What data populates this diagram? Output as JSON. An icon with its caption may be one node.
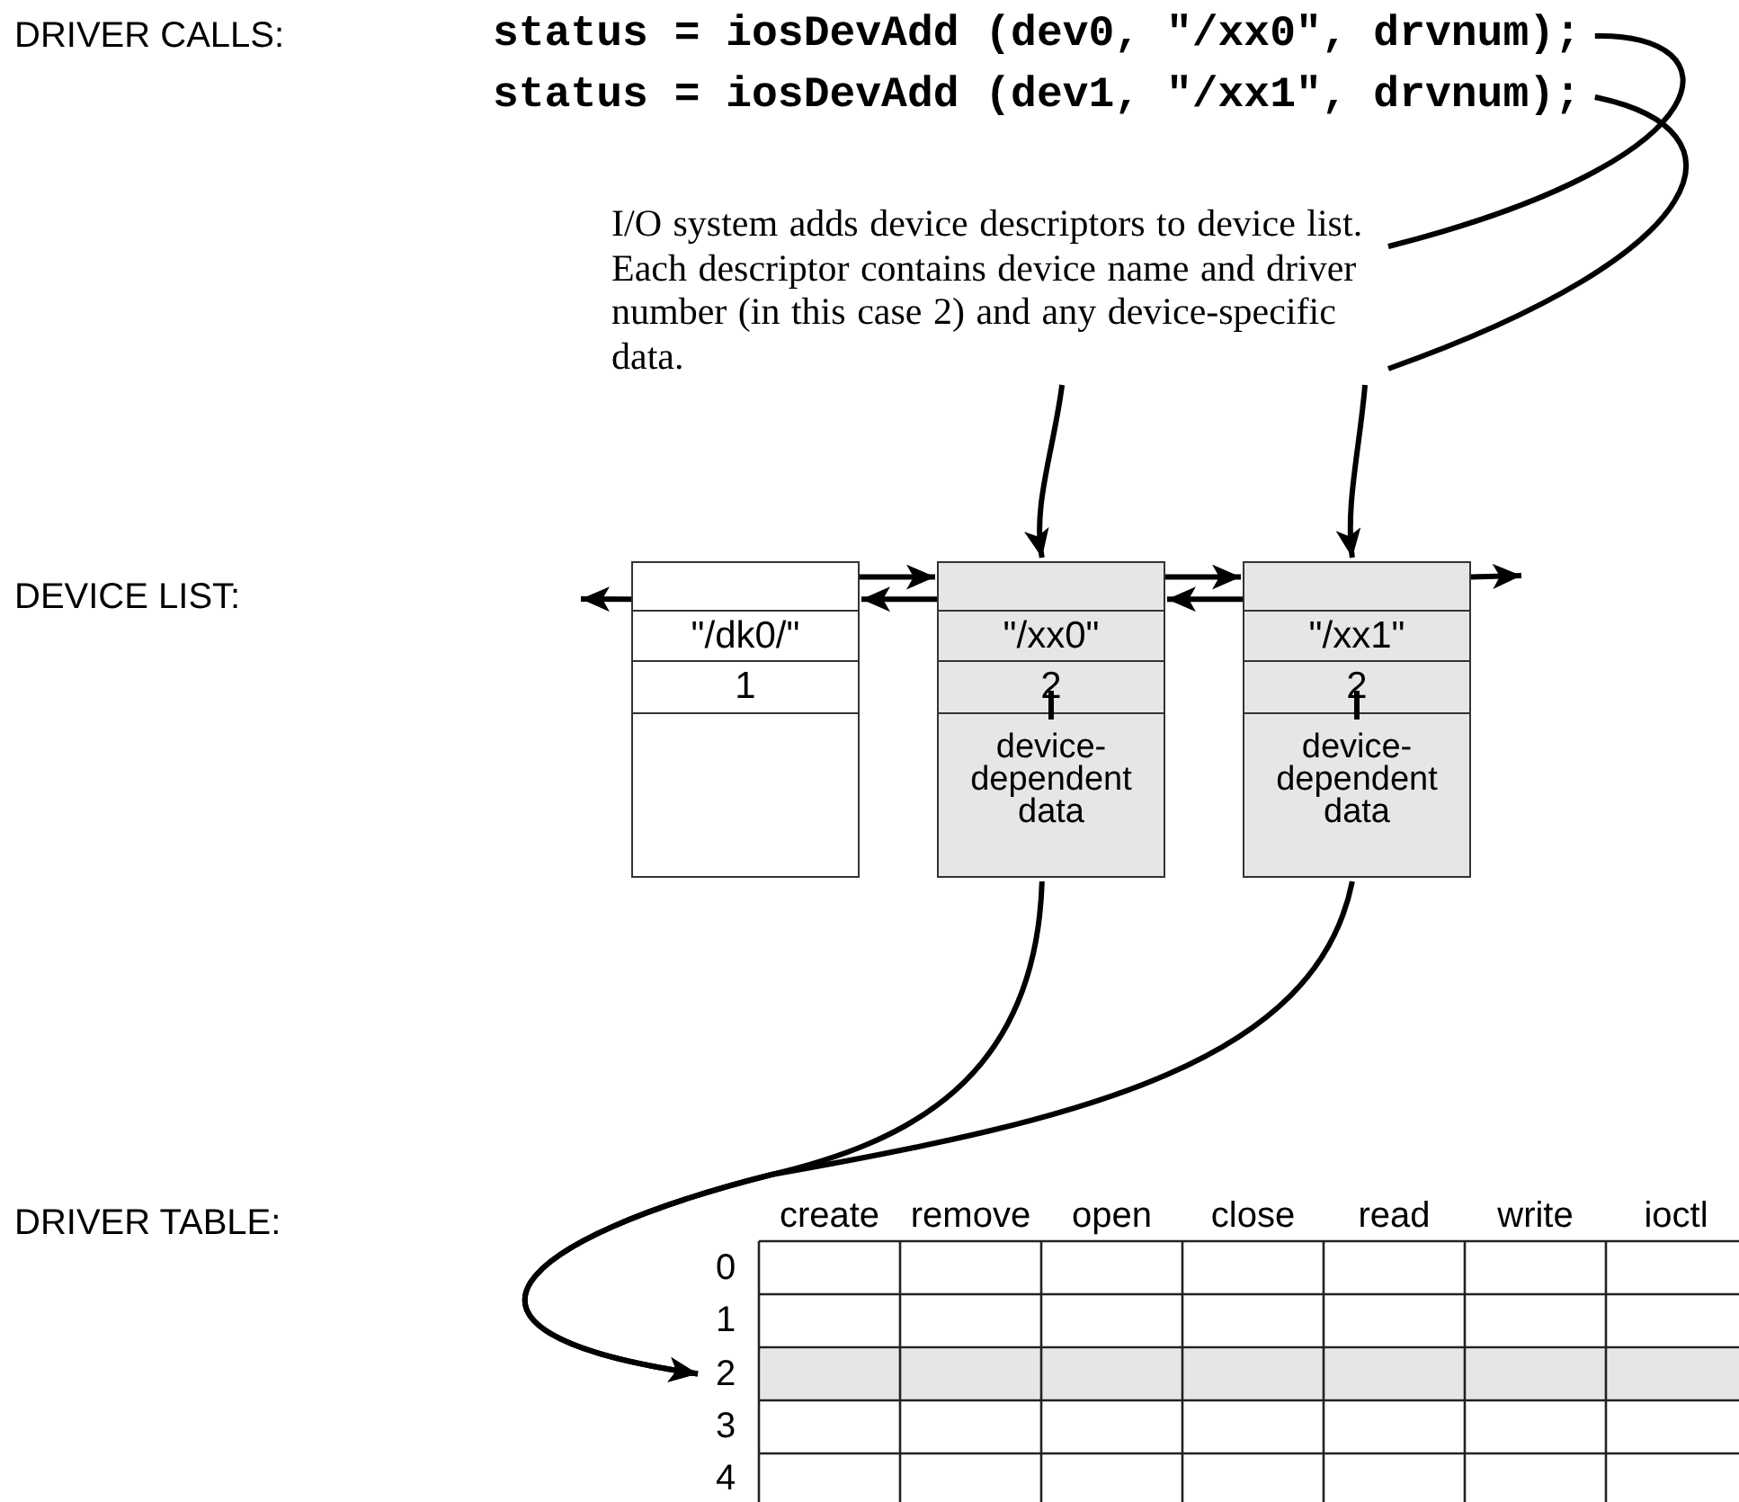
{
  "diagram": {
    "nodes": [
      {
        "text": [
          "status = iosDevAdd (dev0, \"/xx0\", drvnum);"
        ]
      },
      {
        "text": [
          "status = iosDevAdd (dev1, \"/xx1\", drvnum);"
        ]
      },
      {
        "text": [
          "I/O system adds device descriptors to device list. Each descriptor contains device name and driver number (in this case 2) and any device-specific data."
        ]
      },
      {
        "text": [
          "\"/dk0/\"",
          "1"
        ]
      },
      {
        "text": [
          "\"/xx0\"",
          "2",
          "device-dependent data"
        ]
      },
      {
        "text": [
          "\"/xx1\"",
          "2",
          "device-dependent data"
        ]
      },
      {
        "text": [
          "2"
        ]
      }
    ],
    "edges": [
      {
        "from": 0,
        "to": 2,
        "arrow": "none"
      },
      {
        "from": 1,
        "to": 2,
        "arrow": "none"
      },
      {
        "from": 2,
        "to": 4,
        "arrow": "to"
      },
      {
        "from": 2,
        "to": 5,
        "arrow": "to"
      },
      {
        "from": 3,
        "to": null,
        "arrow": "to"
      },
      {
        "from": 3,
        "to": 4,
        "arrow": "to"
      },
      {
        "from": 4,
        "to": 3,
        "arrow": "to"
      },
      {
        "from": 4,
        "to": 5,
        "arrow": "to"
      },
      {
        "from": 5,
        "to": 4,
        "arrow": "to"
      },
      {
        "from": 5,
        "to": null,
        "arrow": "to"
      },
      {
        "from": 4,
        "to": 6,
        "arrow": "to"
      },
      {
        "from": 5,
        "to": 6,
        "arrow": "to"
      }
    ],
    "labels": [
      "DRIVER CALLS:",
      "DEVICE LIST:",
      "DRIVER TABLE:",
      "create",
      "remove",
      "open",
      "close",
      "read",
      "write",
      "ioctl",
      "0",
      "1",
      "3",
      "4"
    ]
  }
}
